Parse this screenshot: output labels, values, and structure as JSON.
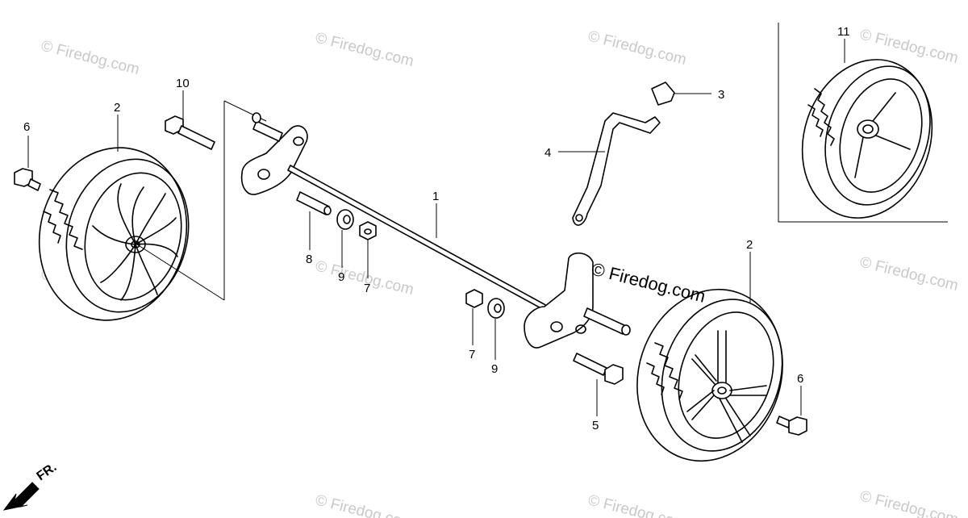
{
  "diagram": {
    "callouts": [
      {
        "id": "c1",
        "text": "1"
      },
      {
        "id": "c2a",
        "text": "2"
      },
      {
        "id": "c2b",
        "text": "2"
      },
      {
        "id": "c3",
        "text": "3"
      },
      {
        "id": "c4",
        "text": "4"
      },
      {
        "id": "c5",
        "text": "5"
      },
      {
        "id": "c6a",
        "text": "6"
      },
      {
        "id": "c6b",
        "text": "6"
      },
      {
        "id": "c7a",
        "text": "7"
      },
      {
        "id": "c7b",
        "text": "7"
      },
      {
        "id": "c8",
        "text": "8"
      },
      {
        "id": "c9a",
        "text": "9"
      },
      {
        "id": "c9b",
        "text": "9"
      },
      {
        "id": "c10",
        "text": "10"
      },
      {
        "id": "c11",
        "text": "11"
      }
    ],
    "front_marker": "FR.",
    "watermark_text": "© Firedog.com",
    "center_watermark": "© Firedog.com"
  }
}
